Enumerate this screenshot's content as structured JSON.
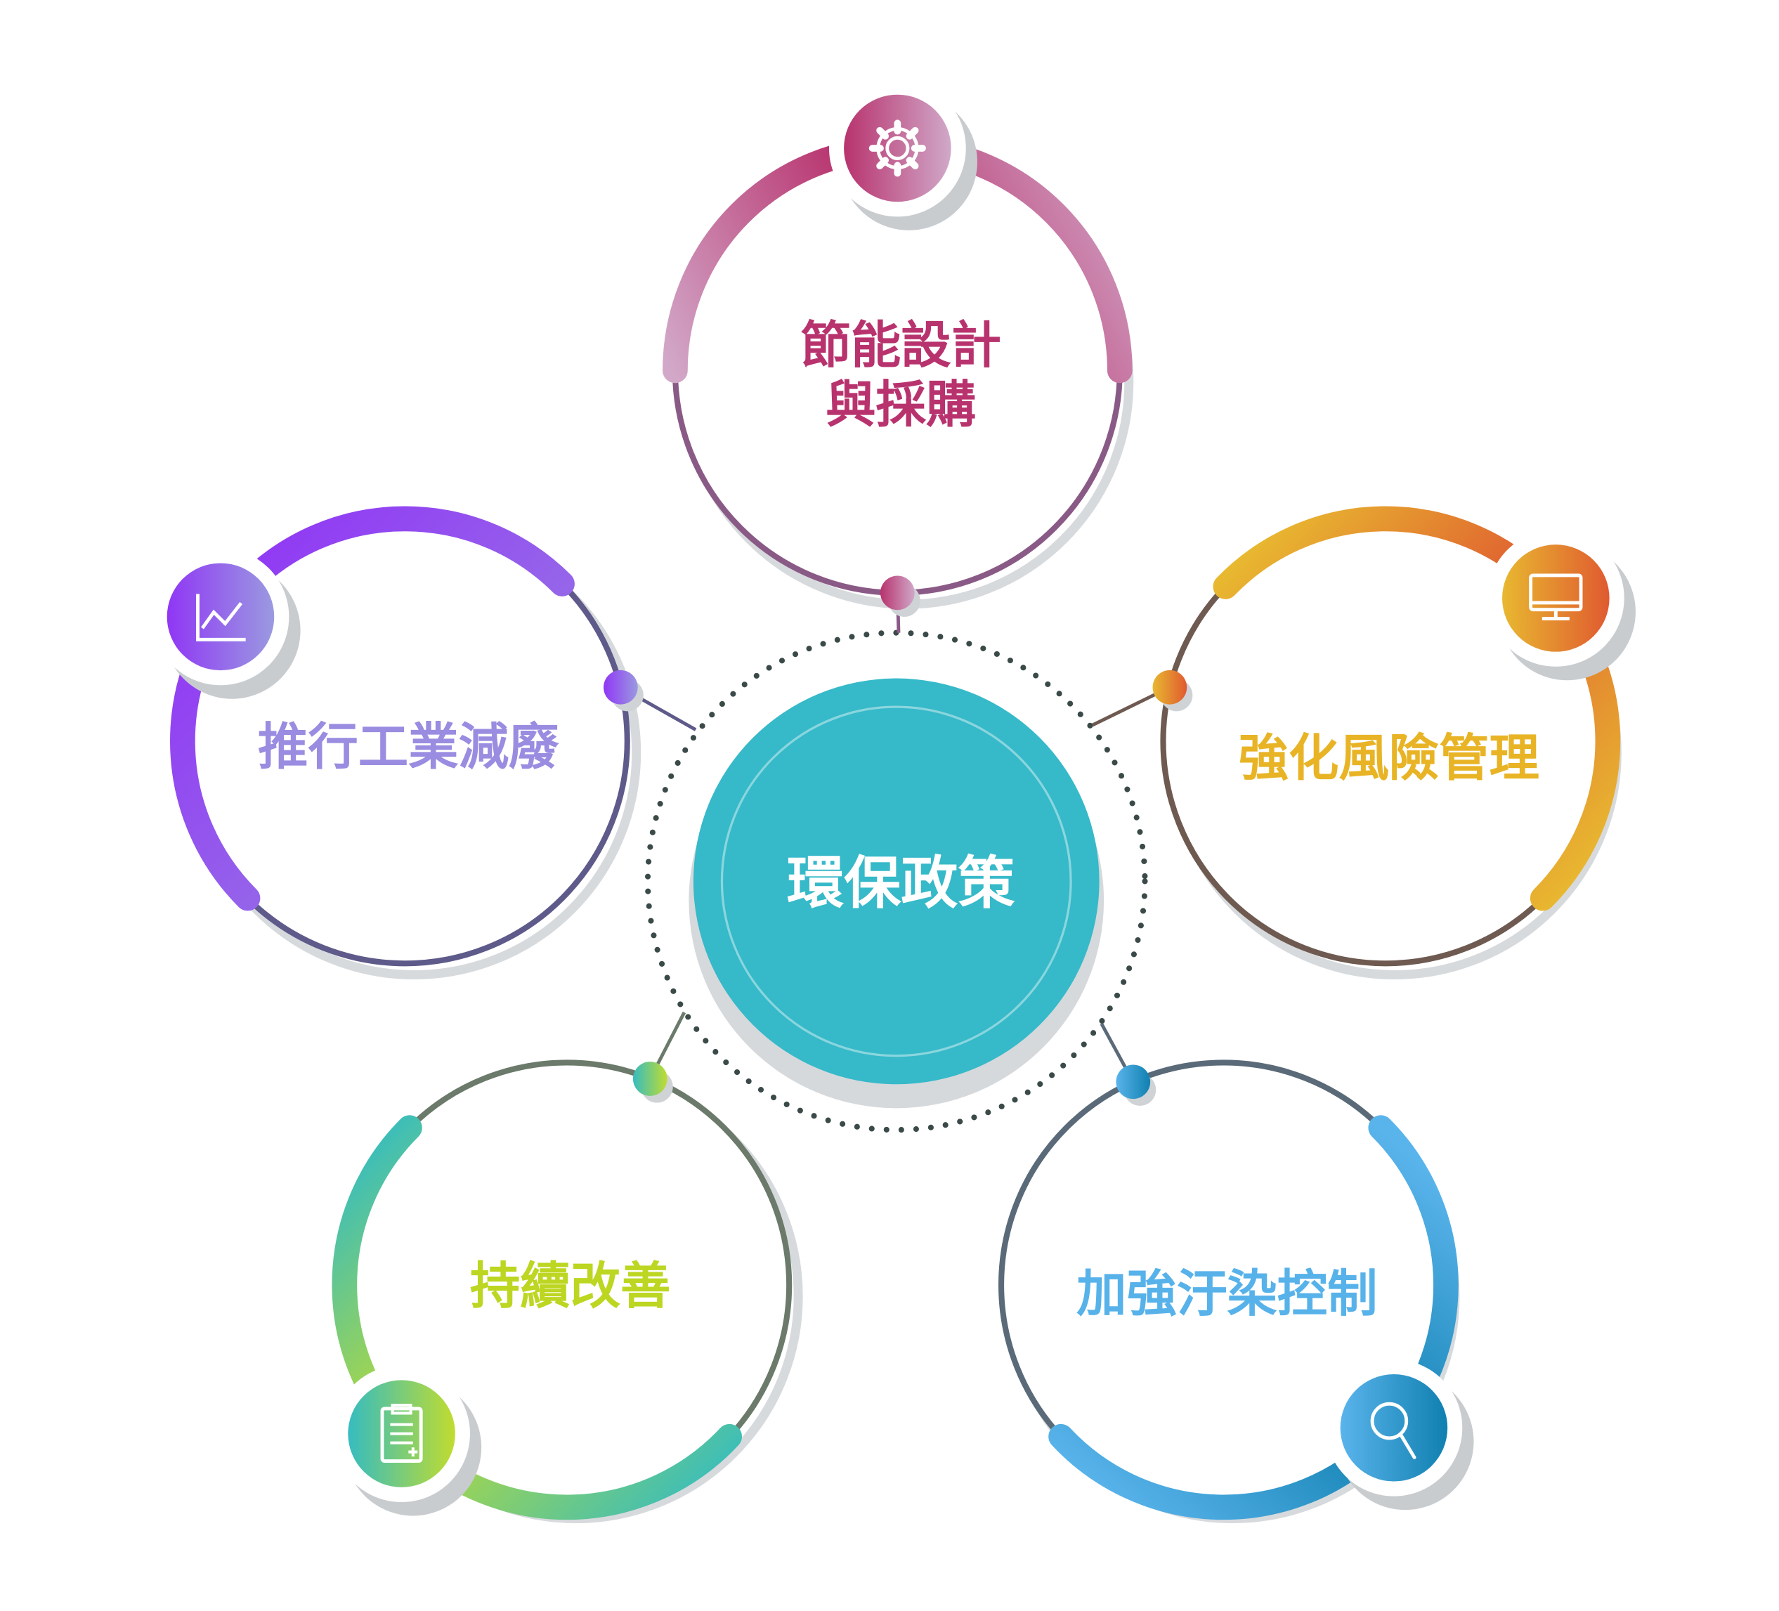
{
  "center": {
    "label": "環保政策",
    "color": "#36b9c9"
  },
  "nodes": [
    {
      "id": "energy",
      "lines": [
        "節能設計",
        "與採購"
      ],
      "icon": "gear-icon",
      "color": "#b8336e"
    },
    {
      "id": "waste",
      "lines": [
        "推行工業減廢"
      ],
      "icon": "line-chart-icon",
      "color": "#9a8ce0"
    },
    {
      "id": "risk",
      "lines": [
        "強化風險管理"
      ],
      "icon": "monitor-icon",
      "color": "#e8b426"
    },
    {
      "id": "improve",
      "lines": [
        "持續改善"
      ],
      "icon": "clipboard-icon",
      "color": "#bcd622"
    },
    {
      "id": "pollution",
      "lines": [
        "加強汙染控制"
      ],
      "icon": "search-icon",
      "color": "#58b2ea"
    }
  ]
}
